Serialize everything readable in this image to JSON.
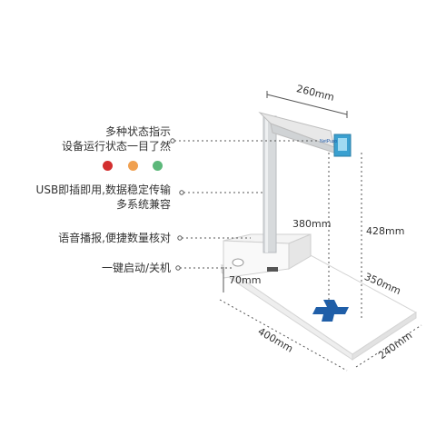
{
  "features": [
    {
      "lines": [
        "多种状态指示",
        "设备运行状态一目了然"
      ]
    },
    {
      "lines": [
        "USB即插即用,数据稳定传输",
        "多系统兼容"
      ]
    },
    {
      "lines": [
        "语音播报,便捷数量核对"
      ]
    },
    {
      "lines": [
        "一键启动/关机"
      ]
    }
  ],
  "status_colors": [
    "#d32f2f",
    "#f0a050",
    "#5cb87a"
  ],
  "dimensions": {
    "top_width": "260mm",
    "arm_height": "380mm",
    "total_height": "428mm",
    "base_height": "70mm",
    "side_depth": "350mm",
    "base_length": "400mm",
    "base_depth": "240mm"
  },
  "brand": "NetPuzo",
  "line_color": "#555555"
}
